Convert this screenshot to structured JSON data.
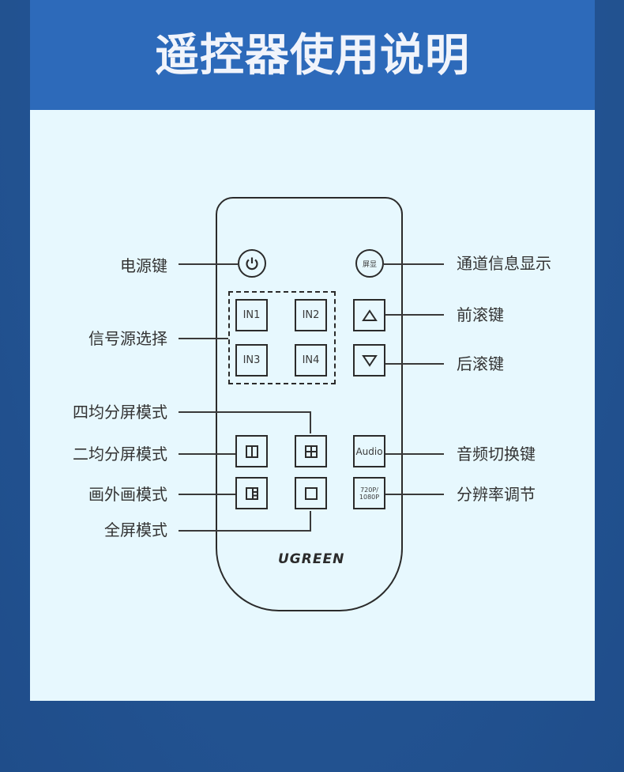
{
  "title": "遥控器使用说明",
  "colors": {
    "header": "#2d6aba",
    "panel": "#e7f8fe",
    "background": "#235493",
    "stroke": "#2b2b2b"
  },
  "remote": {
    "brand": "UGREEN",
    "buttons": {
      "power": "power-icon",
      "screen_display": "屏显",
      "in1": "IN1",
      "in2": "IN2",
      "in3": "IN3",
      "in4": "IN4",
      "scroll_up": "up-triangle-icon",
      "scroll_down": "down-triangle-icon",
      "split2": "two-split-icon",
      "split4": "quad-split-icon",
      "audio": "Audio",
      "pip": "pip-icon",
      "fullscreen": "fullscreen-icon",
      "resolution_line1": "720P/",
      "resolution_line2": "1080P"
    }
  },
  "labels_left": {
    "power": "电源键",
    "source_select": "信号源选择",
    "quad_split": "四均分屏模式",
    "dual_split": "二均分屏模式",
    "pip": "画外画模式",
    "fullscreen": "全屏模式"
  },
  "labels_right": {
    "channel_info": "通道信息显示",
    "scroll_forward": "前滚键",
    "scroll_back": "后滚键",
    "audio_switch": "音频切换键",
    "resolution": "分辨率调节"
  }
}
